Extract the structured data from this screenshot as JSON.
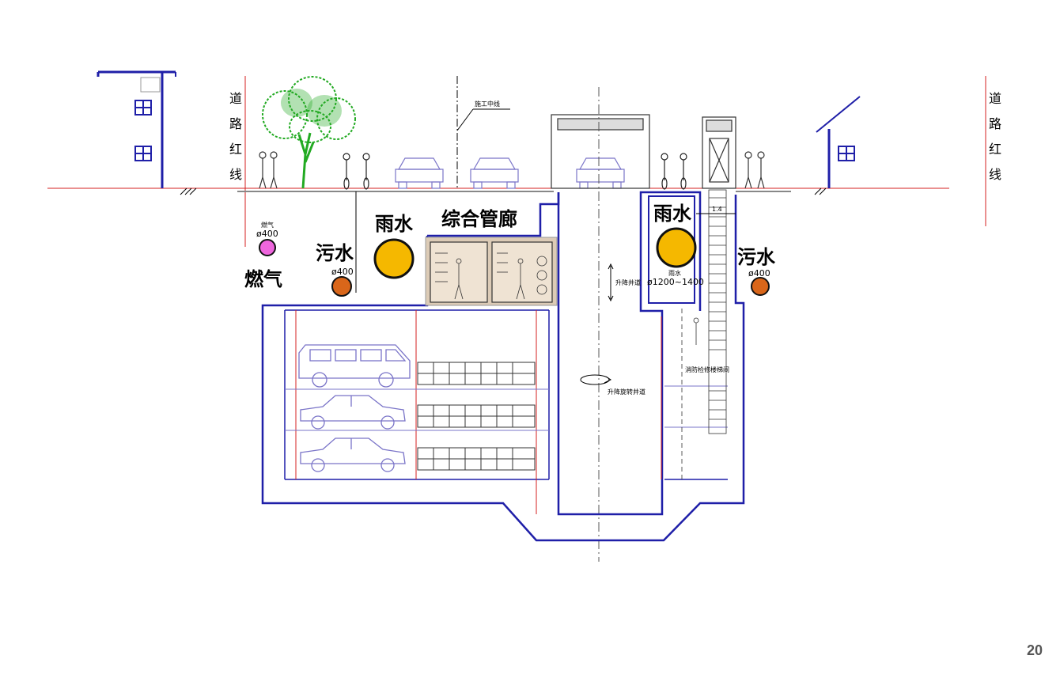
{
  "labels": {
    "road_red_line": [
      "道",
      "路",
      "红",
      "线"
    ],
    "construction_centerline": "施工中线",
    "utility_tunnel": "综合管廊",
    "rain_left": "雨水",
    "rain_right": "雨水",
    "rain_right_small": "雨水",
    "rain_right_size": "ø1200~1400",
    "sewage_left": "污水",
    "sewage_left_size": "ø400",
    "sewage_right": "污水",
    "sewage_right_size": "ø400",
    "gas_small": "燃气",
    "gas_size": "ø400",
    "gas": "燃气",
    "lift_shaft": "升降井道",
    "lift_rotating_shaft": "升降旋转井道",
    "fire_stair": "消防检修楼梯间",
    "dimension": "1.4",
    "page_number": "20"
  },
  "colors": {
    "outline": "#1f1fa8",
    "red_line": "#d42020",
    "rain_pipe": "#f5b800",
    "sewage_pipe": "#d9661a",
    "gas_pipe": "#ee66dd",
    "tree": "#22aa22",
    "tunnel_bg": "#dccbb6",
    "drawing_lines": "#7a74c8"
  }
}
